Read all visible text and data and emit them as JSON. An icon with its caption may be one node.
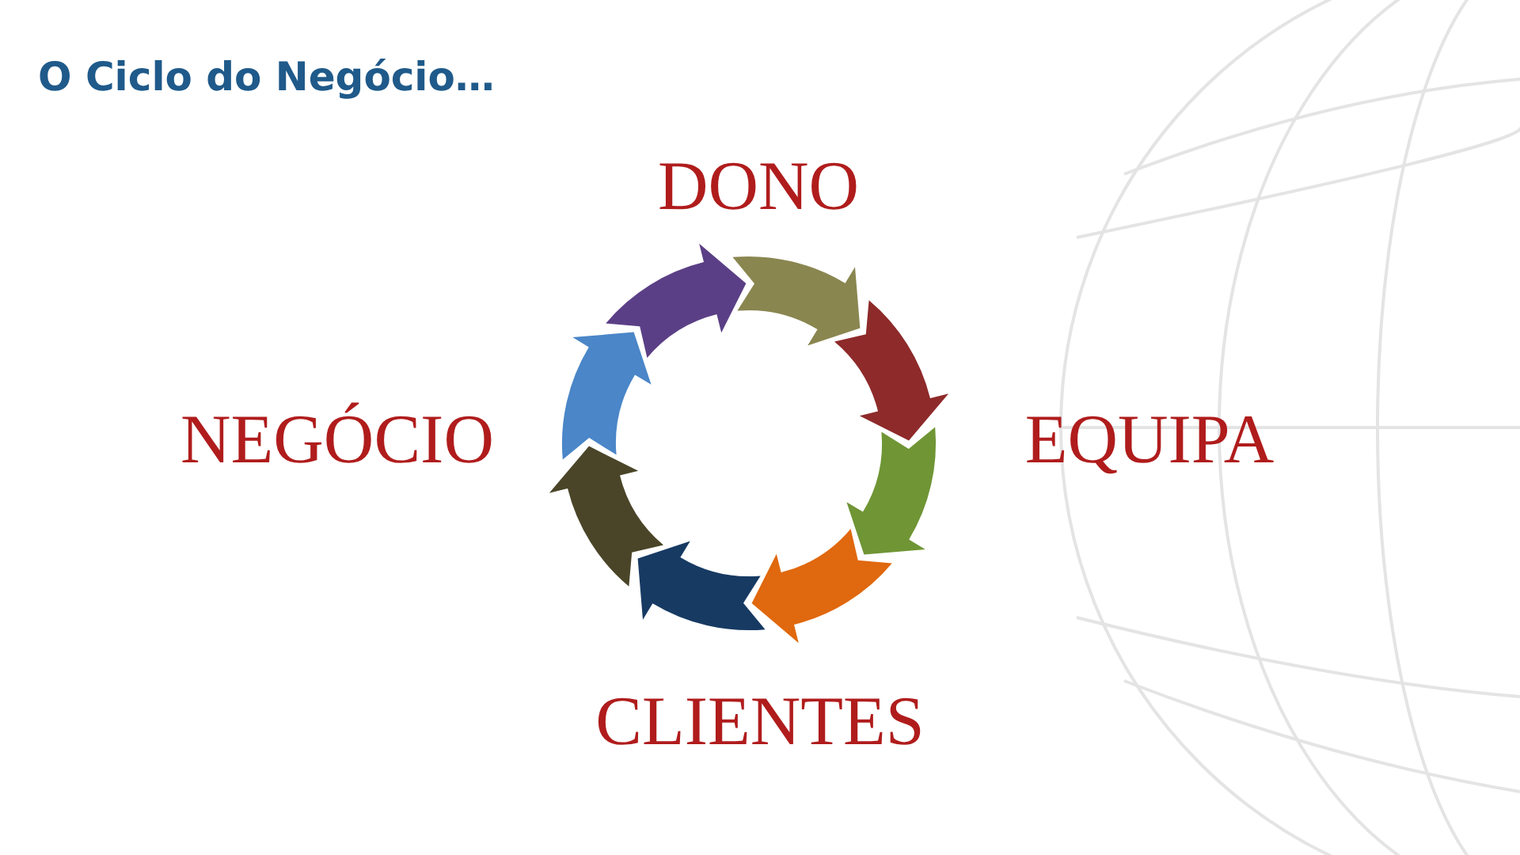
{
  "diagram": {
    "title": "O Ciclo do Negócio…",
    "nodes": [
      {
        "text": [
          "DONO"
        ]
      },
      {
        "text": [
          "NEGÓCIO"
        ]
      },
      {
        "text": [
          "EQUIPA"
        ]
      },
      {
        "text": [
          "CLIENTES"
        ]
      }
    ]
  }
}
